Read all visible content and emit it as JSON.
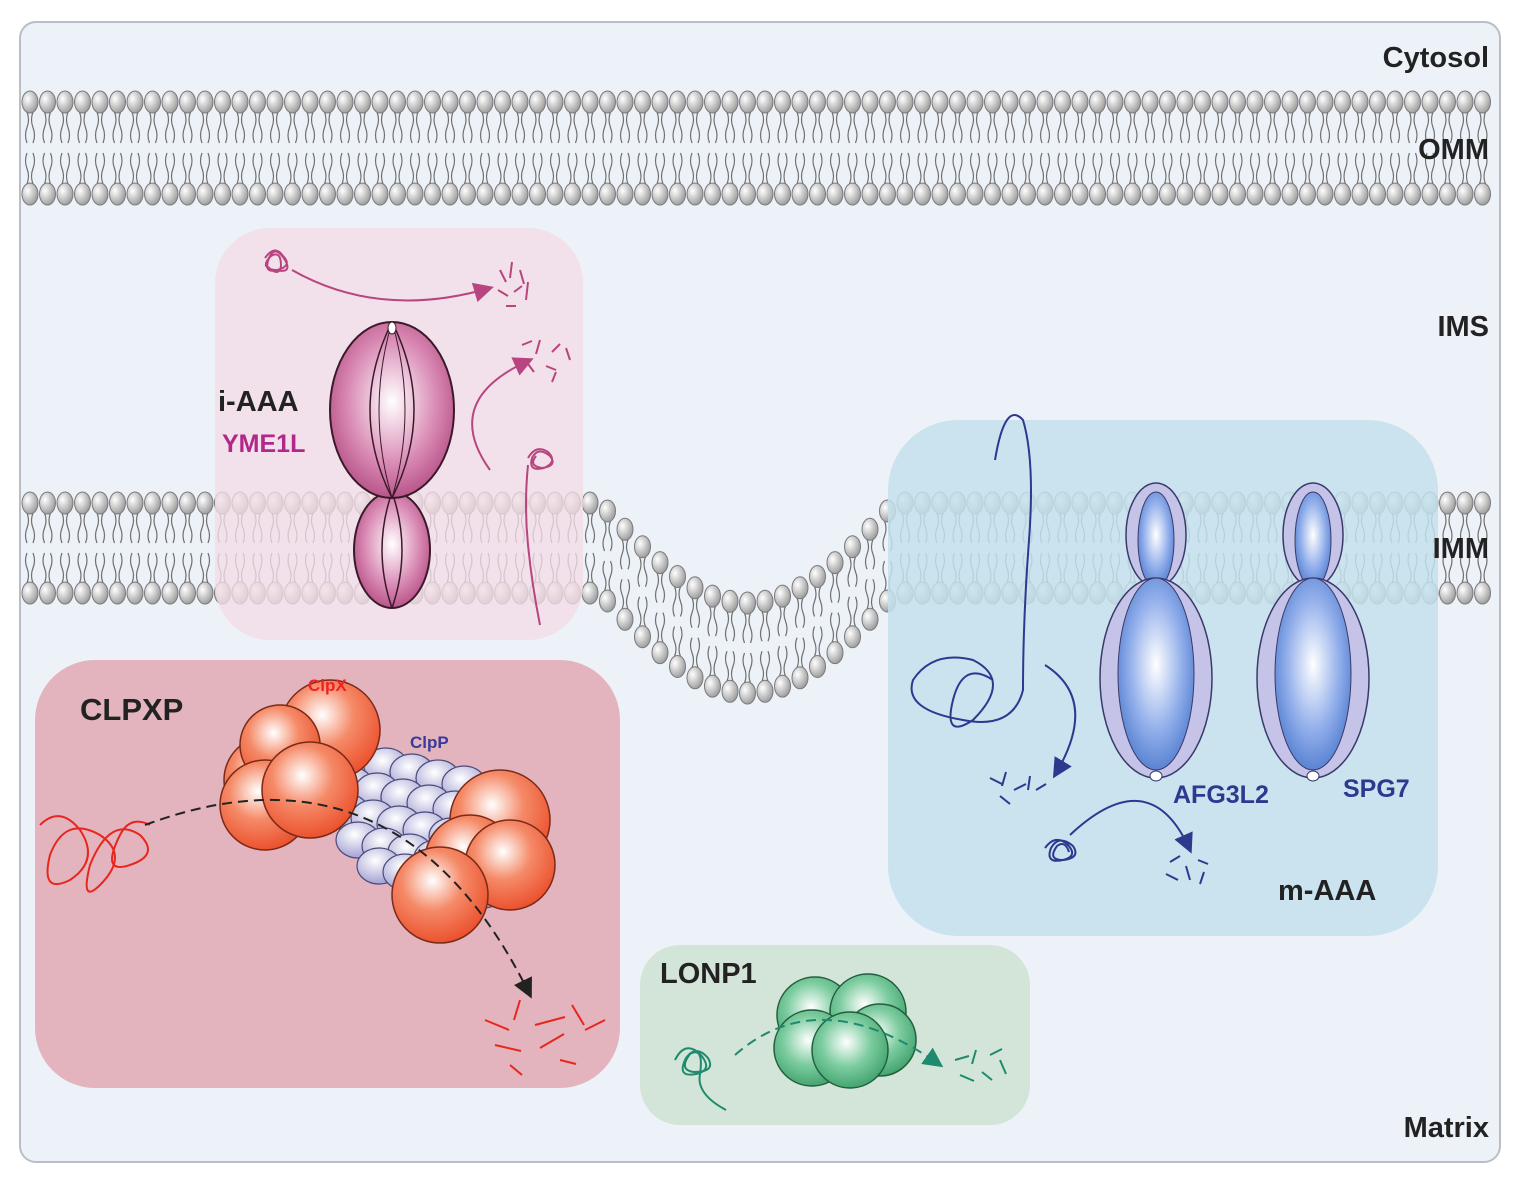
{
  "compartments": {
    "cytosol": "Cytosol",
    "omm": "OMM",
    "ims": "IMS",
    "imm": "IMM",
    "matrix": "Matrix"
  },
  "iaaa": {
    "name": "i-AAA",
    "protein": "YME1L"
  },
  "clpxp": {
    "name": "CLPXP",
    "clpx": "ClpX",
    "clpp": "ClpP"
  },
  "maaa": {
    "name": "m-AAA",
    "afg3l2": "AFG3L2",
    "spg7": "SPG7"
  },
  "lonp1": {
    "name": "LONP1"
  },
  "colors": {
    "background": "#edf2f8",
    "iaaa_panel": "#f4dce6",
    "iaaa_protease": "#b8457f",
    "iaaa_text": "#b0288a",
    "clpxp_panel": "#e3b4bd",
    "clpx": "#f2643f",
    "clpx_text": "#ee2222",
    "clpp": "#a8a6d8",
    "clpp_text": "#3a3a9a",
    "maaa_panel": "#c3e1ec",
    "maaa_protease": "#5b86d1",
    "maaa_text": "#2b3a8f",
    "lonp1_panel": "#d3e5d8",
    "lonp1_protease": "#4fb07d",
    "lipid_head": "#c4c4c4"
  },
  "icons": [
    "lipid-bilayer",
    "unfolded-substrate",
    "peptide-fragments",
    "degradation-arrow"
  ]
}
